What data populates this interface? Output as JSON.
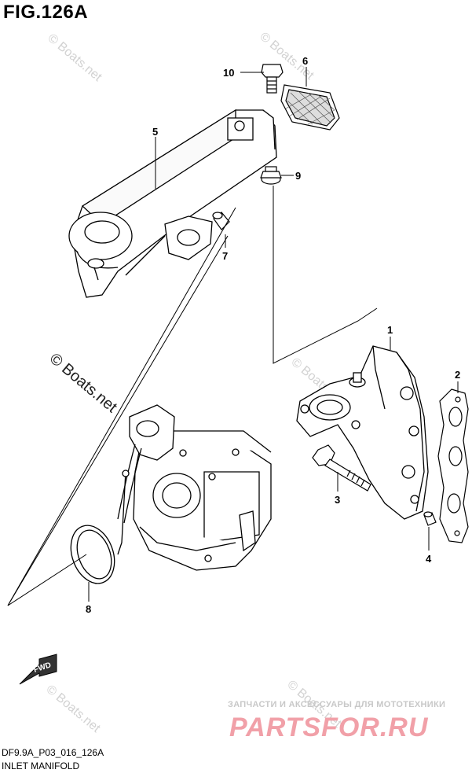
{
  "figure_title": "FIG.126A",
  "diagram_code": "DF9.9A_P03_016_126A",
  "caption": "INLET MANIFOLD",
  "watermark": "© Boats.net",
  "fwd_label": "FWD",
  "brand_tagline": "ЗАПЧАСТИ И АКСЕССУАРЫ ДЛЯ МОТОТЕХНИКИ",
  "brand_logo": "PARTSFOR.RU",
  "callouts": {
    "c1": "1",
    "c2": "2",
    "c3": "3",
    "c4": "4",
    "c5": "5",
    "c6": "6",
    "c7": "7",
    "c8": "8",
    "c9": "9",
    "c10": "10"
  },
  "colors": {
    "line": "#000000",
    "watermark": "#d2d2d2",
    "brand": "#f1a0a8"
  }
}
